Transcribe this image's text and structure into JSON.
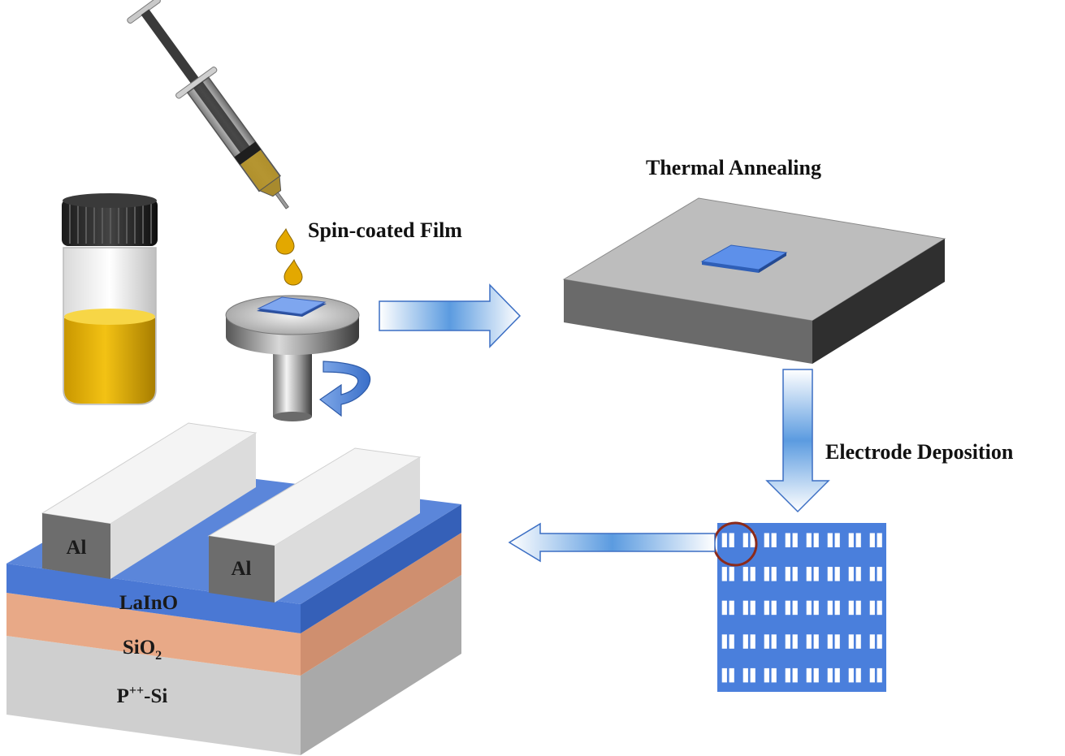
{
  "steps": {
    "spin_coating": "Spin-coated Film",
    "annealing": "Thermal Annealing",
    "deposition": "Electrode Deposition"
  },
  "device": {
    "electrode_left": "Al",
    "electrode_right": "Al",
    "channel_layer": "LaInO",
    "dielectric_layer": "SiO",
    "dielectric_subscript": "2",
    "substrate_main": "P",
    "substrate_superscript": "++",
    "substrate_suffix": "-Si"
  },
  "electrode_array": {
    "rows": 5,
    "cols": 8
  },
  "colors": {
    "solution": "#e8b400",
    "film_blue": "#5b8fe6",
    "layer_blue": "#4a78d4",
    "sio2": "#e6a98a",
    "si": "#cfcfcf",
    "plate_top": "#bdbdbd",
    "plate_side": "#4a4a4a",
    "highlight_circle": "#8b2a1a"
  }
}
